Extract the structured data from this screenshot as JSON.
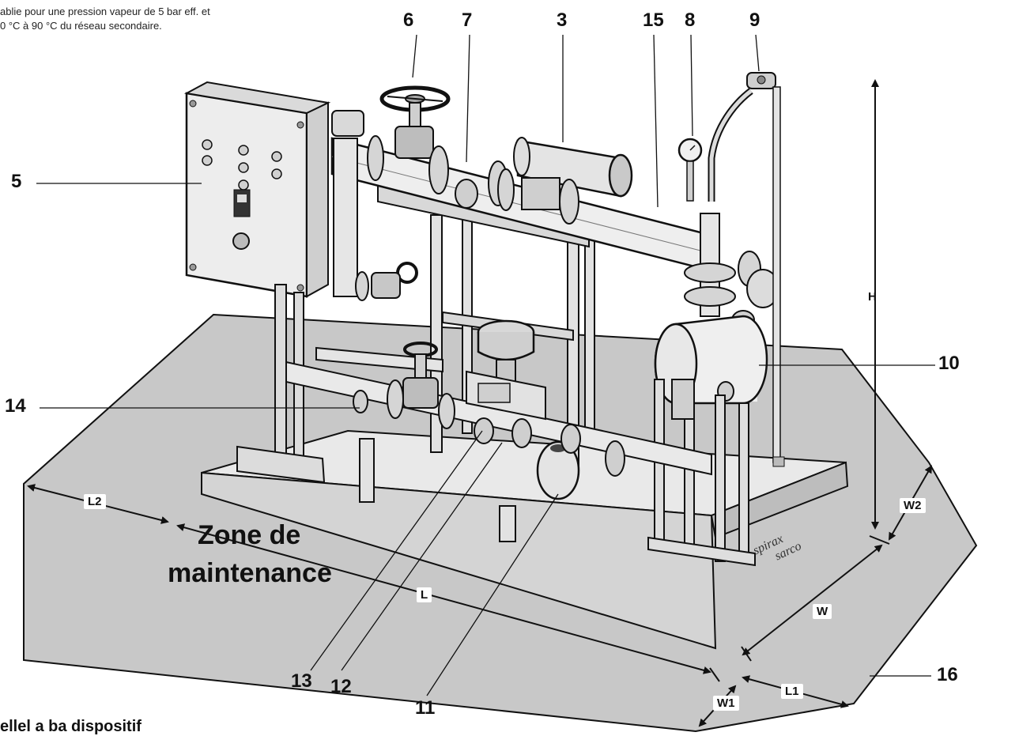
{
  "intro": {
    "line1": "ablie pour une pression vapeur de 5 bar eff. et",
    "line2": "0 °C à 90 °C du réseau secondaire."
  },
  "callouts": [
    "6",
    "7",
    "3",
    "15",
    "8",
    "9",
    "5",
    "10",
    "14",
    "13",
    "12",
    "11",
    "16"
  ],
  "dimensions": {
    "L2": "L2",
    "L": "L",
    "L1": "L1",
    "W": "W",
    "W1": "W1",
    "W2": "W2",
    "H": "H"
  },
  "zone": {
    "line1": "Zone de",
    "line2": "maintenance"
  },
  "brand": {
    "line1": "spirax",
    "line2": "sarco"
  },
  "bottom_cut_text": "ellel a ba dispositif"
}
